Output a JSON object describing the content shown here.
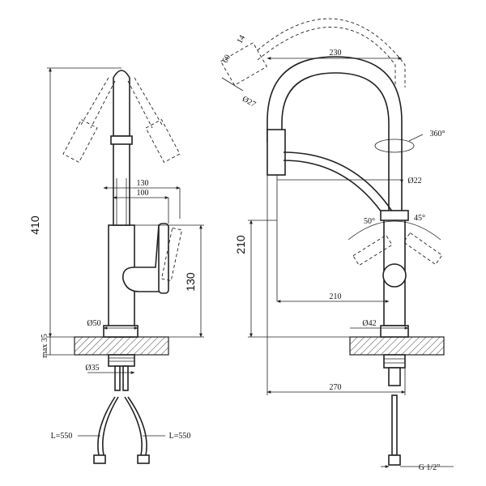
{
  "dimensions": {
    "height_total": "410",
    "base_max": "max 35",
    "width_130": "130",
    "width_100": "100",
    "height_130": "130",
    "dia_50": "Ø50",
    "dia_35": "Ø35",
    "hose_left": "L=550",
    "hose_right": "L=550",
    "arc_230": "230",
    "dim_60": "60",
    "dim_14": "14",
    "dia_27": "Ø27",
    "rotation_360": "360°",
    "dia_22": "Ø22",
    "angle_50": "50°",
    "angle_45": "45°",
    "height_210": "210",
    "reach_210": "210",
    "dia_42": "Ø42",
    "width_270": "270",
    "thread": "G 1/2\""
  }
}
